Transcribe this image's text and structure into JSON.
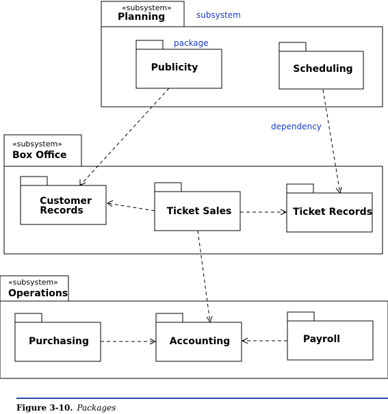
{
  "colors": {
    "line": "#000000",
    "annotation": "#1a3ccc",
    "caption_rule": "#1f4fa0"
  },
  "subsystems": {
    "planning": {
      "stereotype": "«subsystem»",
      "name": "Planning"
    },
    "box_office": {
      "stereotype": "«subsystem»",
      "name": "Box Office"
    },
    "operations": {
      "stereotype": "«subsystem»",
      "name": "Operations"
    }
  },
  "packages": {
    "publicity": "Publicity",
    "scheduling": "Scheduling",
    "customer_records": [
      "Customer",
      "Records"
    ],
    "ticket_sales": "Ticket Sales",
    "ticket_records": "Ticket Records",
    "purchasing": "Purchasing",
    "accounting": "Accounting",
    "payroll": "Payroll"
  },
  "annotations": {
    "subsystem": "subsystem",
    "package": "package",
    "dependency": "dependency"
  },
  "caption": {
    "figure": "Figure 3-10.",
    "title": "Packages"
  }
}
